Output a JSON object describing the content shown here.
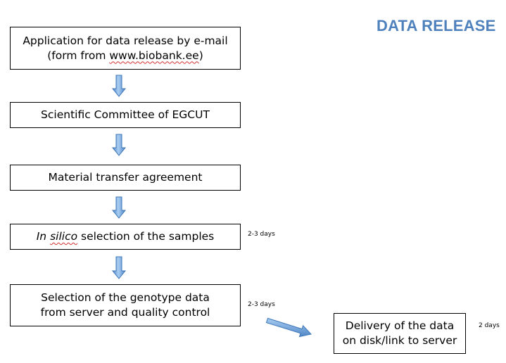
{
  "title": "DATA RELEASE",
  "steps": [
    {
      "line1": "Application for data release by e-mail",
      "line2_prefix": "(form from ",
      "line2_link": "www.biobank.ee",
      "line2_suffix": ")"
    },
    {
      "label": "Scientific Committee of EGCUT"
    },
    {
      "label": "Material transfer agreement"
    },
    {
      "label_italic_1": "In",
      "label_italic_2": "silico",
      "label_rest": " selection of the samples",
      "duration": "2-3 days"
    },
    {
      "line1": "Selection of the genotype data",
      "line2": "from server and quality control",
      "duration": "2-3 days"
    },
    {
      "line1": "Delivery of the data",
      "line2": "on disk/link to server",
      "duration": "2 days"
    }
  ],
  "colors": {
    "title": "#4f81bd",
    "arrow_fill": "#6fa8e0",
    "arrow_stroke": "#3f77b8"
  }
}
